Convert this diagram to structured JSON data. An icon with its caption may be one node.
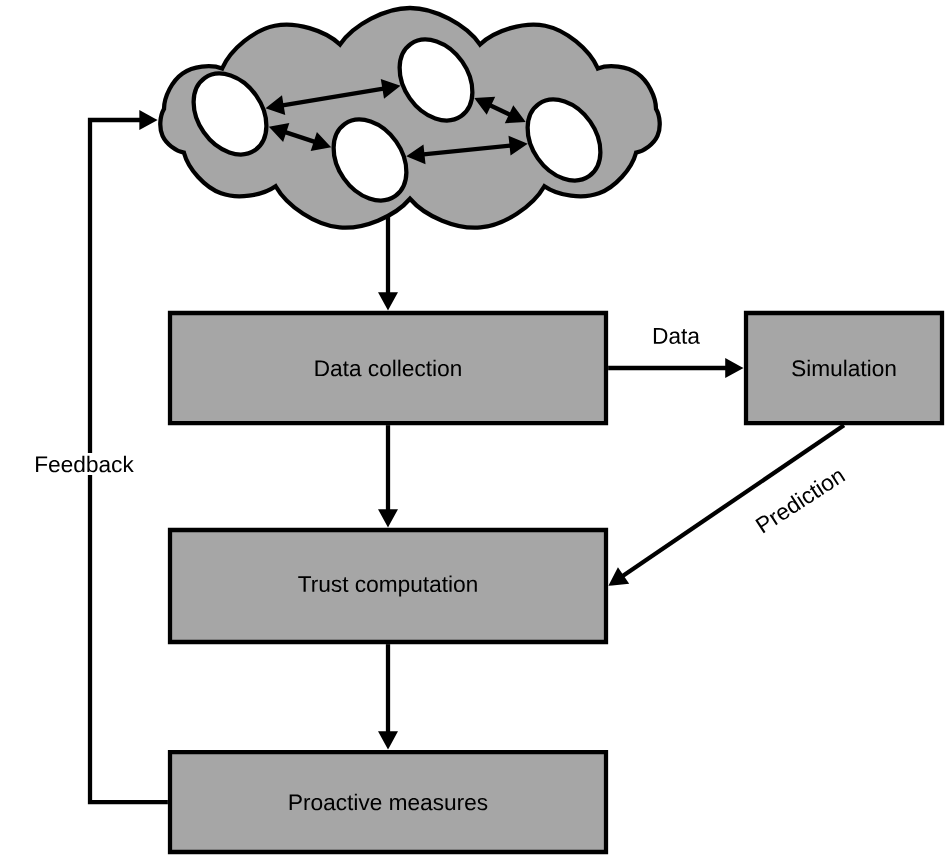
{
  "diagram": {
    "nodes": [
      {
        "text": [],
        "shape": "cloud"
      },
      {
        "text": [],
        "shape": "ellipse",
        "in": 0
      },
      {
        "text": [],
        "shape": "ellipse",
        "in": 0
      },
      {
        "text": [],
        "shape": "ellipse",
        "in": 0
      },
      {
        "text": [],
        "shape": "ellipse",
        "in": 0
      },
      {
        "text": [
          "Data collection"
        ]
      },
      {
        "text": [
          "Simulation"
        ]
      },
      {
        "text": [
          "Trust computation"
        ]
      },
      {
        "text": [
          "Proactive measures"
        ]
      }
    ],
    "edges": [
      {
        "from": 1,
        "to": 3,
        "arrow": "both"
      },
      {
        "from": 1,
        "to": 2,
        "arrow": "both"
      },
      {
        "from": 3,
        "to": 4,
        "arrow": "both"
      },
      {
        "from": 2,
        "to": 4,
        "arrow": "both"
      },
      {
        "from": 0,
        "to": 5,
        "arrow": "to"
      },
      {
        "from": 5,
        "to": 6,
        "label": "Data",
        "arrow": "to"
      },
      {
        "from": 6,
        "to": 7,
        "label": "Prediction",
        "arrow": "to"
      },
      {
        "from": 5,
        "to": 7,
        "arrow": "to"
      },
      {
        "from": 7,
        "to": 8,
        "arrow": "to"
      },
      {
        "from": 8,
        "to": 0,
        "label": "Feedback",
        "arrow": "to"
      }
    ]
  }
}
